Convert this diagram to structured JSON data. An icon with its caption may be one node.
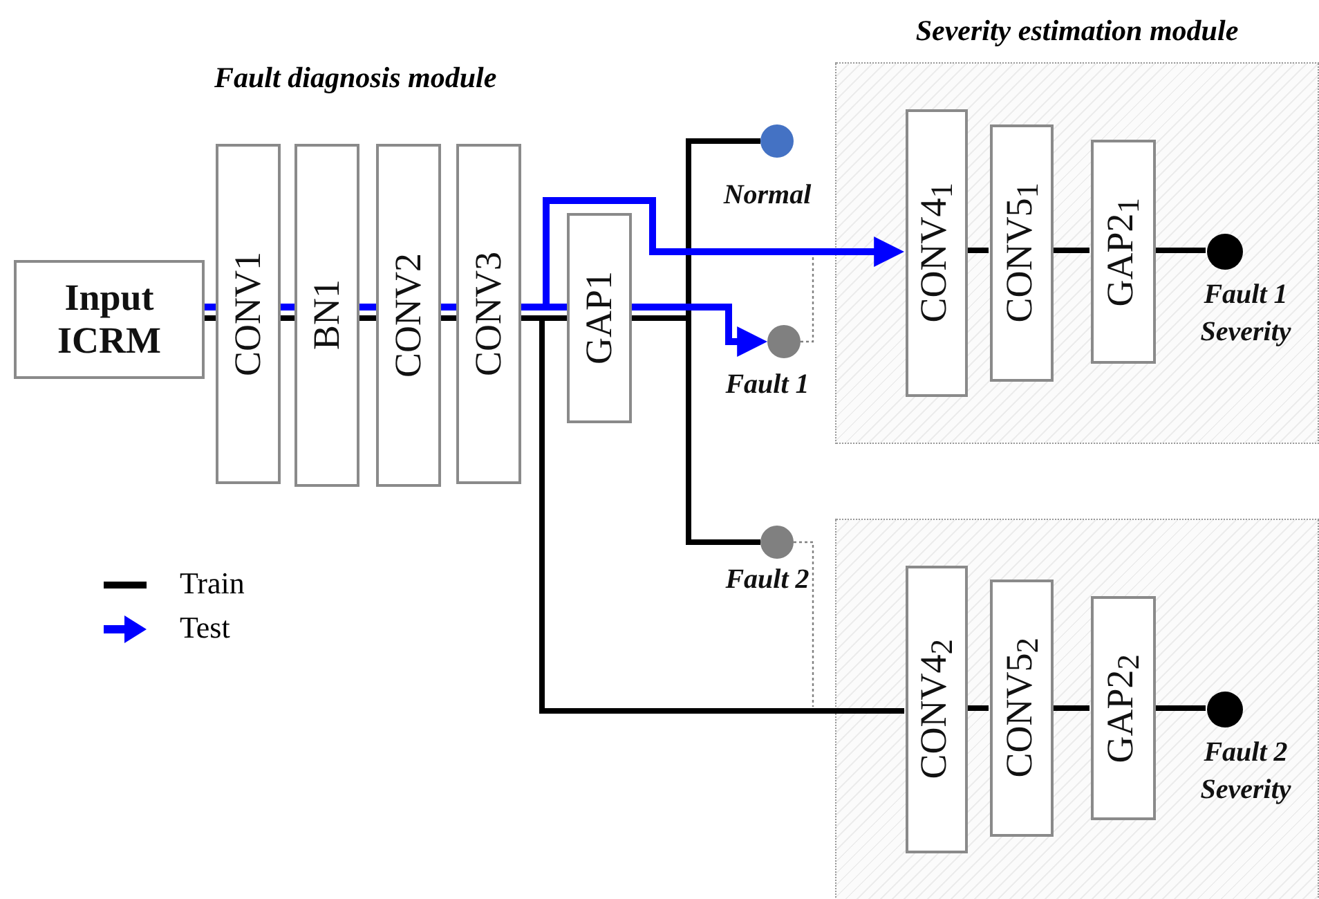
{
  "diagram": {
    "nodes": [
      {
        "text": [
          "Input ICRM"
        ]
      },
      {
        "text": [
          "CONV1"
        ]
      },
      {
        "text": [
          "BN1"
        ]
      },
      {
        "text": [
          "CONV2"
        ]
      },
      {
        "text": [
          "CONV3"
        ]
      },
      {
        "text": [
          "GAP1"
        ]
      },
      {
        "text": [
          "Normal"
        ]
      },
      {
        "text": [
          "Fault 1"
        ]
      },
      {
        "text": [
          "Fault 2"
        ]
      },
      {
        "text": [
          "Severity estimation module"
        ]
      },
      {
        "text": [
          "CONV4$_{1}$"
        ],
        "in": 9
      },
      {
        "text": [
          "CONV5$_{1}$"
        ],
        "in": 9
      },
      {
        "text": [
          "GAP2$_{1}$"
        ],
        "in": 9
      },
      {
        "text": [
          "Fault 1 Severity"
        ],
        "in": 9
      },
      {
        "text": [],
        "shape": "box"
      },
      {
        "text": [
          "CONV4$_{2}$"
        ],
        "in": 14
      },
      {
        "text": [
          "CONV5$_{2}$"
        ],
        "in": 14
      },
      {
        "text": [
          "GAP2$_{2}$"
        ],
        "in": 14
      },
      {
        "text": [
          "Fault 2 Severity"
        ],
        "in": 14
      }
    ],
    "edges": [
      {
        "from": 0,
        "to": 1,
        "arrow": "none"
      },
      {
        "from": 1,
        "to": 2,
        "arrow": "none"
      },
      {
        "from": 2,
        "to": 3,
        "arrow": "none"
      },
      {
        "from": 3,
        "to": 4,
        "arrow": "none"
      },
      {
        "from": 4,
        "to": 5,
        "arrow": "none"
      },
      {
        "from": 5,
        "to": 6,
        "arrow": "none"
      },
      {
        "from": 5,
        "to": 8,
        "arrow": "none"
      },
      {
        "from": 4,
        "to": 15,
        "arrow": "none"
      },
      {
        "from": 10,
        "to": 11,
        "arrow": "none"
      },
      {
        "from": 11,
        "to": 12,
        "arrow": "none"
      },
      {
        "from": 12,
        "to": 13,
        "arrow": "none"
      },
      {
        "from": 15,
        "to": 16,
        "arrow": "none"
      },
      {
        "from": 16,
        "to": 17,
        "arrow": "none"
      },
      {
        "from": 17,
        "to": 18,
        "arrow": "none"
      },
      {
        "from": 0,
        "to": 1,
        "arrow": "none",
        "color": "#0000ff"
      },
      {
        "from": 1,
        "to": 2,
        "arrow": "none",
        "color": "#0000ff"
      },
      {
        "from": 2,
        "to": 3,
        "arrow": "none",
        "color": "#0000ff"
      },
      {
        "from": 3,
        "to": 4,
        "arrow": "none",
        "color": "#0000ff"
      },
      {
        "from": 4,
        "to": 5,
        "arrow": "none",
        "color": "#0000ff"
      },
      {
        "from": 5,
        "to": 7,
        "arrow": "to",
        "color": "#0000ff"
      },
      {
        "from": 4,
        "to": 10,
        "arrow": "to",
        "color": "#0000ff"
      },
      {
        "from": 7,
        "to": null,
        "arrow": "none",
        "style": "dashed",
        "color": "#808080"
      },
      {
        "from": 8,
        "to": null,
        "arrow": "none",
        "style": "dashed",
        "color": "#808080"
      }
    ],
    "labels": [
      "Fault diagnosis module"
    ],
    "legend": [
      {
        "text": "Train"
      },
      {
        "text": "Test"
      }
    ]
  }
}
